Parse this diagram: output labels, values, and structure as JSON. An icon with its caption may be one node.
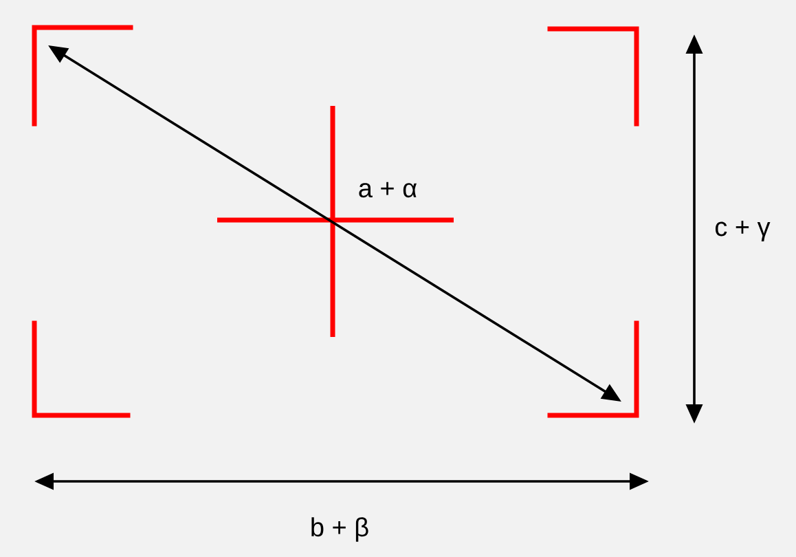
{
  "diagram": {
    "labels": [
      "a + α",
      "c + γ",
      "b + β"
    ]
  }
}
